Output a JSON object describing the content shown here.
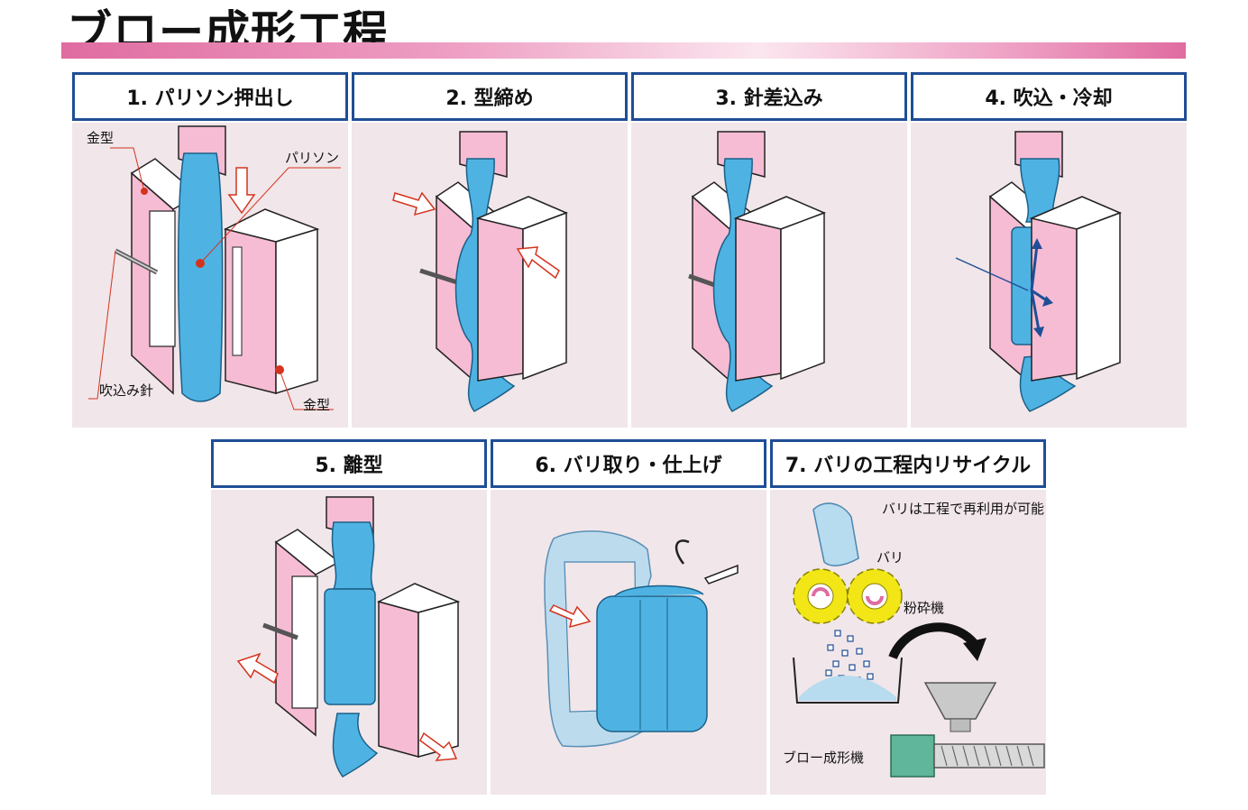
{
  "title": "ブロー成形工程",
  "steps": [
    {
      "label": "1. パリソン押出し",
      "annotations": [
        "金型",
        "パリソン",
        "吹込み針",
        "金型"
      ]
    },
    {
      "label": "2. 型締め"
    },
    {
      "label": "3. 針差込み"
    },
    {
      "label": "4. 吹込・冷却"
    },
    {
      "label": "5. 離型"
    },
    {
      "label": "6. バリ取り・仕上げ"
    },
    {
      "label": "7. バリの工程内リサイクル",
      "annotations": [
        "バリは工程で再利用が可能",
        "バリ",
        "粉砕機",
        "ブロー成形機"
      ]
    }
  ],
  "colors": {
    "accent_pink": "#e06ca1",
    "mold_pink": "#f6bcd3",
    "parison_blue": "#4eb3e3",
    "header_border": "#1f4e96",
    "panel_bg": "#f1e6e9",
    "gear_yellow": "#f2e617",
    "machine_green": "#5fb69a"
  }
}
